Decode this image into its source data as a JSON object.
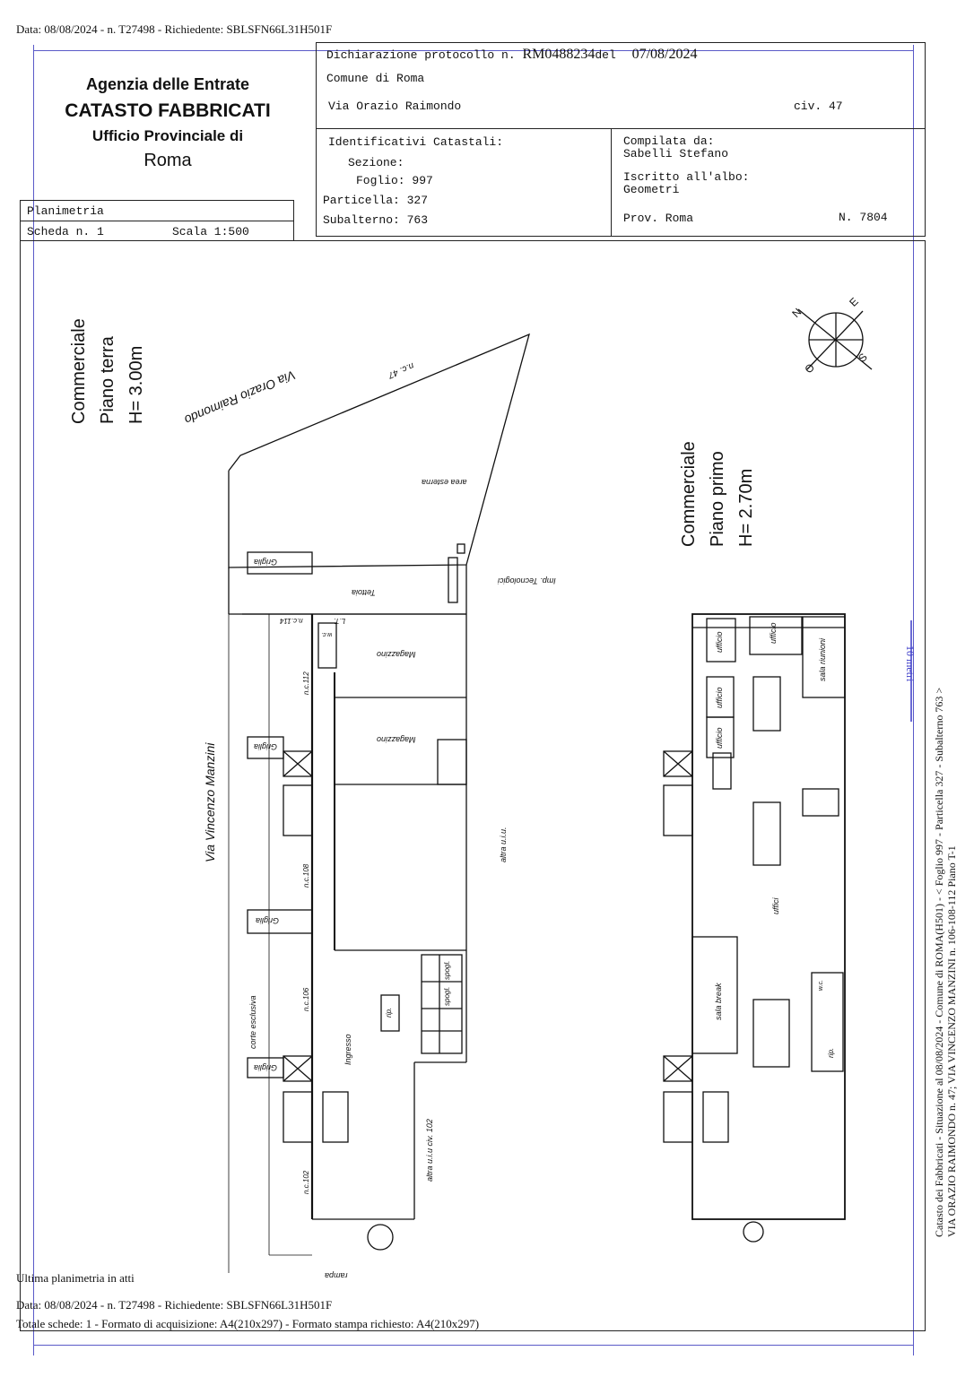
{
  "header_line": "Data: 08/08/2024 - n. T27498 - Richiedente: SBLSFN66L31H501F",
  "agency": {
    "line1": "Agenzia delle Entrate",
    "line2": "CATASTO FABBRICATI",
    "line3": "Ufficio Provinciale di",
    "line4": "Roma"
  },
  "planimetria": {
    "label": "Planimetria",
    "scheda": "Scheda n. 1",
    "scala": "Scala 1:500"
  },
  "declaration": {
    "prefix": "Dichiarazione protocollo n.",
    "number": "RM0488234",
    "del": "del",
    "date": "07/08/2024",
    "comune": "Comune di Roma",
    "via": "Via Orazio Raimondo",
    "civ": "civ. 47"
  },
  "identificativi": {
    "title": "Identificativi Catastali:",
    "sezione": "Sezione:",
    "foglio": "Foglio: 997",
    "particella": "Particella: 327",
    "subalterno": "Subalterno: 763"
  },
  "compilata": {
    "title": "Compilata da:",
    "name": "Sabelli Stefano",
    "iscritto": "Iscritto all'albo:",
    "albo": "Geometri",
    "prov": "Prov. Roma",
    "n": "N. 7804"
  },
  "ground_floor": {
    "use": "Commerciale",
    "floor": "Piano terra",
    "height": "H= 3.00m"
  },
  "first_floor": {
    "use": "Commerciale",
    "floor": "Piano primo",
    "height": "H= 2.70m"
  },
  "plan_labels": {
    "via_orazio": "Via Orazio Raimondo",
    "nc47": "n.c. 47",
    "area_esterna": "area esterna",
    "imp_tecnologici": "Imp. Tecnologici",
    "griglia": "Griglia",
    "tettoia": "Tettoia",
    "lt": "L.T.",
    "nc114": "n.c.114",
    "wc": "w.c.",
    "magazzino": "Magazzino",
    "nc112": "n.c.112",
    "nc108": "n.c.108",
    "nc106": "n.c.106",
    "nc102": "n.c.102",
    "via_manzini": "Via Vincenzo Manzini",
    "altra_uiu": "altra u.i.u.",
    "altra_uiu_102": "altra u.i.u civ. 102",
    "corte": "corte esclusiva",
    "ingresso": "Ingresso",
    "rip": "rip.",
    "spogl": "spogl.",
    "rampa": "rampa",
    "ufficio": "ufficio",
    "uffici": "uffici",
    "sala_riunioni": "sala riunioni",
    "sala_break": "sala break",
    "scale": "10 metri",
    "compass_n": "N",
    "compass_e": "E",
    "compass_s": "S",
    "compass_o": "O"
  },
  "side_text": {
    "line1": "Catasto dei Fabbricati - Situazione al 08/08/2024 - Comune di ROMA(H501) - < Foglio 997 - Particella 327 - Subalterno 763 >",
    "line2": "VIA ORAZIO RAIMONDO n. 47; VIA VINCENZO MANZINI n. 106-108-112 Piano T-1"
  },
  "footer": {
    "ultima": "Ultima planimetria in atti",
    "data": "Data: 08/08/2024 - n. T27498 - Richiedente: SBLSFN66L31H501F",
    "totale": "Totale schede: 1 - Formato di acquisizione: A4(210x297)  - Formato stampa richiesto: A4(210x297)"
  }
}
